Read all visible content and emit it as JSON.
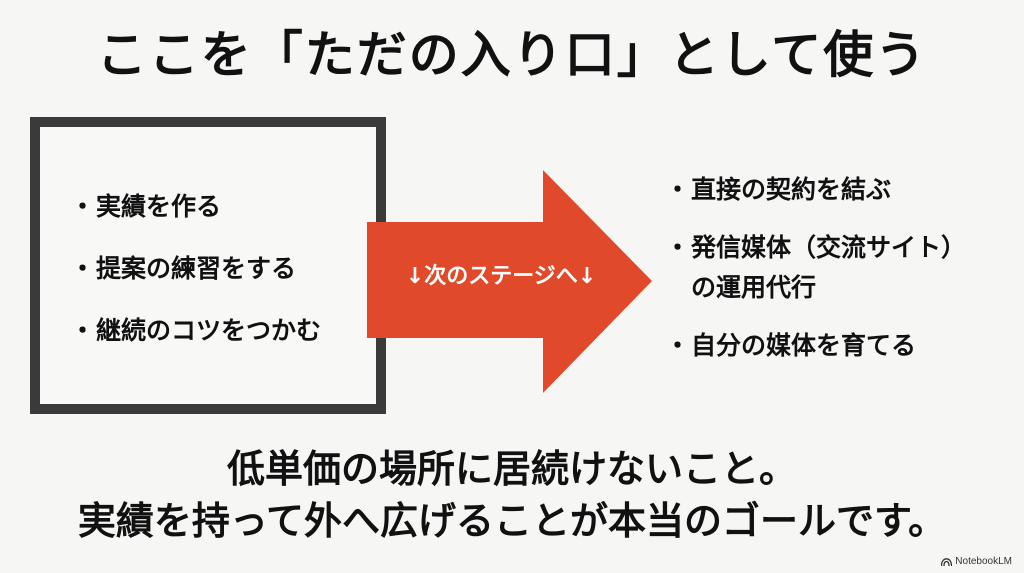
{
  "title": "ここを「ただの入り口」として使う",
  "left_box": {
    "items": [
      {
        "bullet": "・",
        "label": "実績を作る"
      },
      {
        "bullet": "・",
        "label": "提案の練習をする"
      },
      {
        "bullet": "・",
        "label": "継続のコツをつかむ"
      }
    ]
  },
  "arrow": {
    "label": "↓次のステージへ↓",
    "color": "#e04a2a"
  },
  "right_list": {
    "items": [
      {
        "bullet": "・",
        "label": "直接の契約を結ぶ",
        "continuation": ""
      },
      {
        "bullet": "・",
        "label": "発信媒体（交流サイト）",
        "continuation": "の運用代行"
      },
      {
        "bullet": "・",
        "label": "自分の媒体を育てる",
        "continuation": ""
      }
    ]
  },
  "conclusion": {
    "line1": "低単価の場所に居続けないこと。",
    "line2": "実績を持って外へ広げることが本当のゴールです。"
  },
  "branding": {
    "label": "NotebookLM",
    "icon": "notebooklm-logo-icon"
  }
}
